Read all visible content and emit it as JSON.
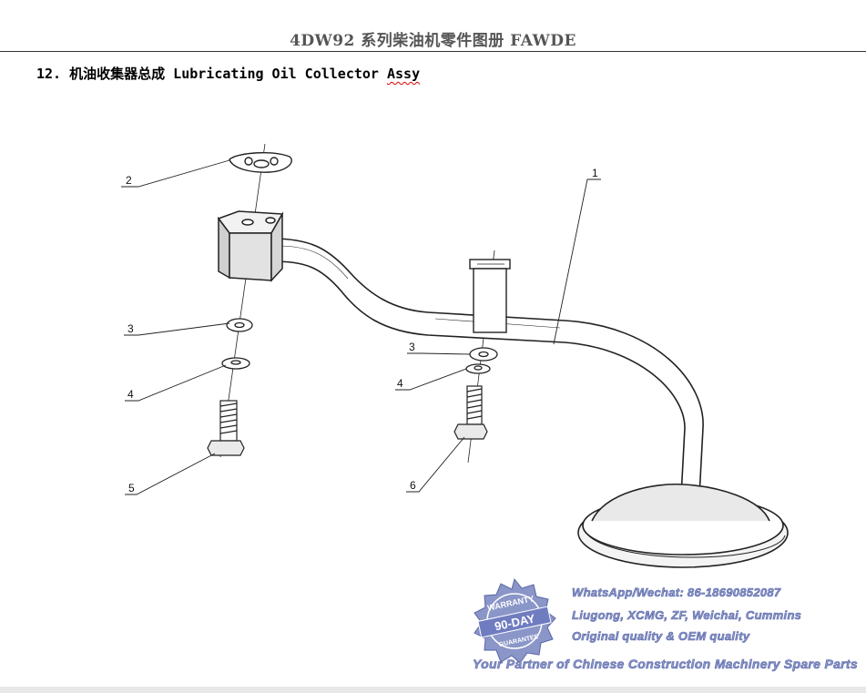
{
  "header": {
    "title": "4DW92  系列柴油机零件图册   FAWDE"
  },
  "section": {
    "number": "12.",
    "title_cn": "机油收集器总成",
    "title_en_main": "Lubricating Oil Collector ",
    "title_en_underlined": "Assy"
  },
  "callouts": [
    "1",
    "2",
    "3",
    "4",
    "5",
    "3",
    "4",
    "6"
  ],
  "watermark": {
    "seal_top": "WARRANTY",
    "seal_middle": "90-DAY",
    "seal_bottom": "GUARANTEE",
    "contact": "WhatsApp/Wechat: 86-18690852087",
    "brands": "Liugong, XCMG, ZF, Weichai, Cummins",
    "quality": "Original quality & OEM quality",
    "tagline": "Your Partner of Chinese Construction Machinery Spare Parts"
  },
  "colors": {
    "watermark": "#8a96c8",
    "watermark_stroke": "#5a67a8",
    "ink": "#222222"
  }
}
